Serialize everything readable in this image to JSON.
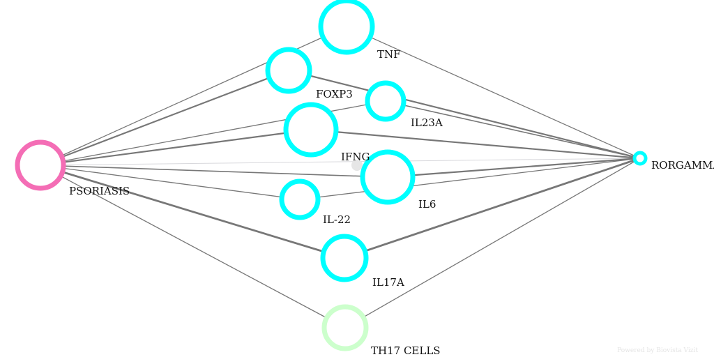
{
  "graph": {
    "nodes": [
      {
        "id": "psoriasis",
        "label": "PSORIASIS",
        "color": "#f46db5"
      },
      {
        "id": "tnf",
        "label": "TNF",
        "color": "#00ffff"
      },
      {
        "id": "foxp3",
        "label": "FOXP3",
        "color": "#00ffff"
      },
      {
        "id": "il23a",
        "label": "IL23A",
        "color": "#00ffff"
      },
      {
        "id": "ifng",
        "label": "IFNG",
        "color": "#00ffff"
      },
      {
        "id": "il6",
        "label": "IL6",
        "color": "#00ffff"
      },
      {
        "id": "il22",
        "label": "IL-22",
        "color": "#00ffff"
      },
      {
        "id": "il17a",
        "label": "IL17A",
        "color": "#00ffff"
      },
      {
        "id": "th17",
        "label": "TH17 CELLS",
        "color": "#ccffcc"
      },
      {
        "id": "rorgamma",
        "label": "RORGAMMA",
        "color": "#00ffff"
      }
    ],
    "edges": [
      {
        "source": "psoriasis",
        "target": "tnf"
      },
      {
        "source": "psoriasis",
        "target": "foxp3"
      },
      {
        "source": "psoriasis",
        "target": "il23a"
      },
      {
        "source": "psoriasis",
        "target": "ifng"
      },
      {
        "source": "psoriasis",
        "target": "il6"
      },
      {
        "source": "psoriasis",
        "target": "il22"
      },
      {
        "source": "psoriasis",
        "target": "il17a"
      },
      {
        "source": "psoriasis",
        "target": "th17"
      },
      {
        "source": "psoriasis",
        "target": "rorgamma"
      },
      {
        "source": "tnf",
        "target": "rorgamma"
      },
      {
        "source": "foxp3",
        "target": "rorgamma"
      },
      {
        "source": "il23a",
        "target": "rorgamma"
      },
      {
        "source": "ifng",
        "target": "rorgamma"
      },
      {
        "source": "il6",
        "target": "rorgamma"
      },
      {
        "source": "il22",
        "target": "rorgamma"
      },
      {
        "source": "il17a",
        "target": "rorgamma"
      },
      {
        "source": "th17",
        "target": "rorgamma"
      }
    ]
  },
  "footer": {
    "credit": "Powered by Biovista Vizit"
  }
}
